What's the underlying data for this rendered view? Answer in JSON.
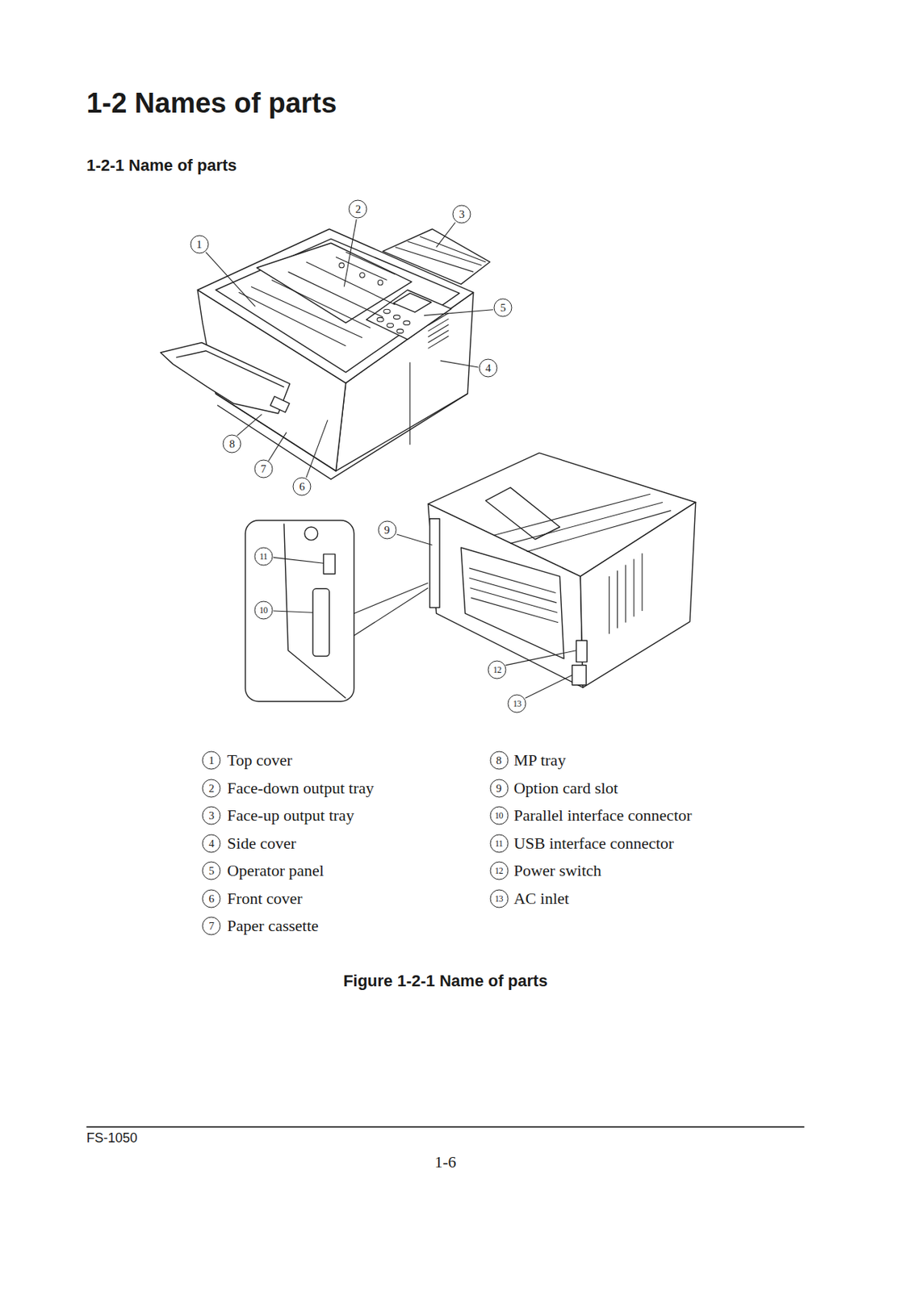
{
  "diagram": {
    "title": "1-2 Names of parts",
    "caption": "Figure 1-2-1 Name of parts",
    "labels": [
      "1-2-1 Name of parts",
      "1",
      "2",
      "3",
      "5",
      "4",
      "8",
      "7",
      "6",
      "9",
      "11",
      "10",
      "12",
      "13",
      "1",
      "Top cover",
      "2",
      "Face-down output tray",
      "3",
      "Face-up output tray",
      "4",
      "Side cover",
      "5",
      "Operator panel",
      "6",
      "Front cover",
      "7",
      "Paper cassette",
      "8",
      "MP tray",
      "9",
      "Option card slot",
      "10",
      "Parallel interface connector",
      "11",
      "USB interface connector",
      "12",
      "Power switch",
      "13",
      "AC inlet",
      "FS-1050",
      "1-6"
    ]
  }
}
